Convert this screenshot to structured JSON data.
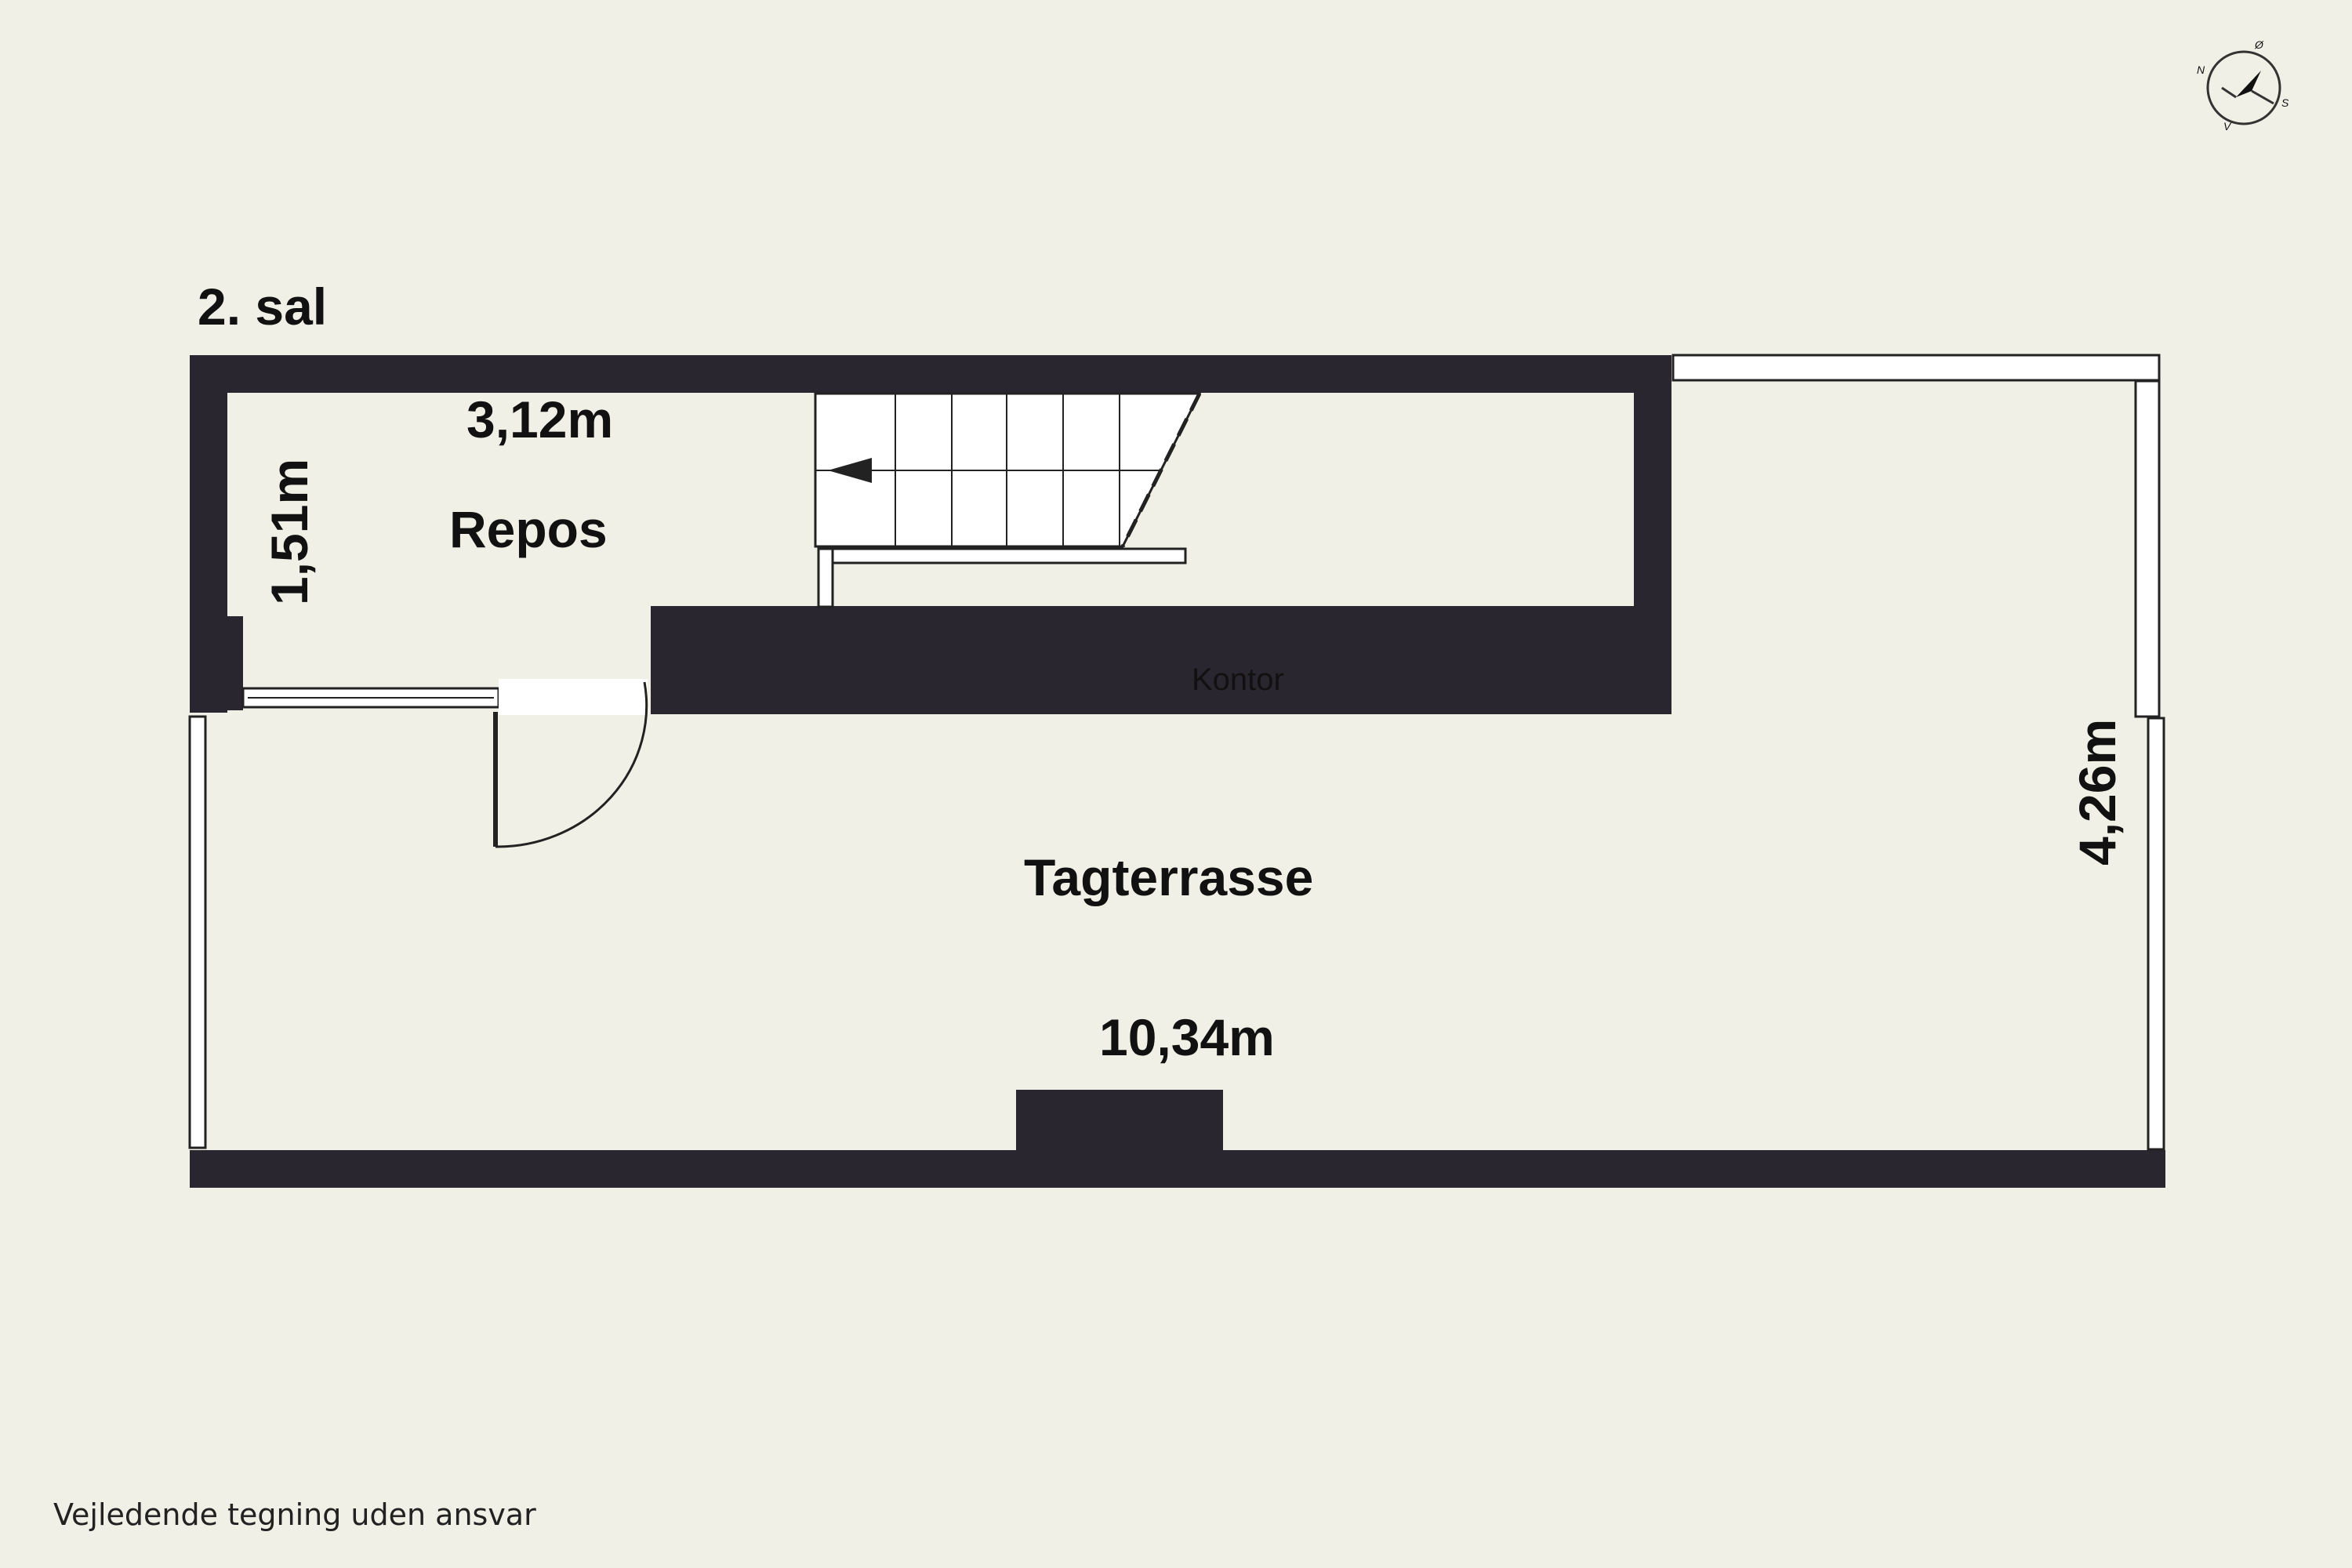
{
  "plan": {
    "floor_label": "2. sal",
    "rooms": {
      "repos": "Repos",
      "kontor": "Kontor",
      "tagterrasse": "Tagterrasse"
    },
    "dimensions": {
      "repos_width": "3,12m",
      "repos_depth": "1,51m",
      "terrace_width": "10,34m",
      "terrace_depth": "4,26m"
    },
    "compass": {
      "north": "N",
      "east": "Ø",
      "south": "S",
      "west": "V"
    }
  },
  "footer": {
    "disclaimer": "Vejledende tegning uden ansvar"
  },
  "colors": {
    "wall": "#2a2630",
    "background": "#f0f0e6",
    "opening": "#ffffff"
  }
}
